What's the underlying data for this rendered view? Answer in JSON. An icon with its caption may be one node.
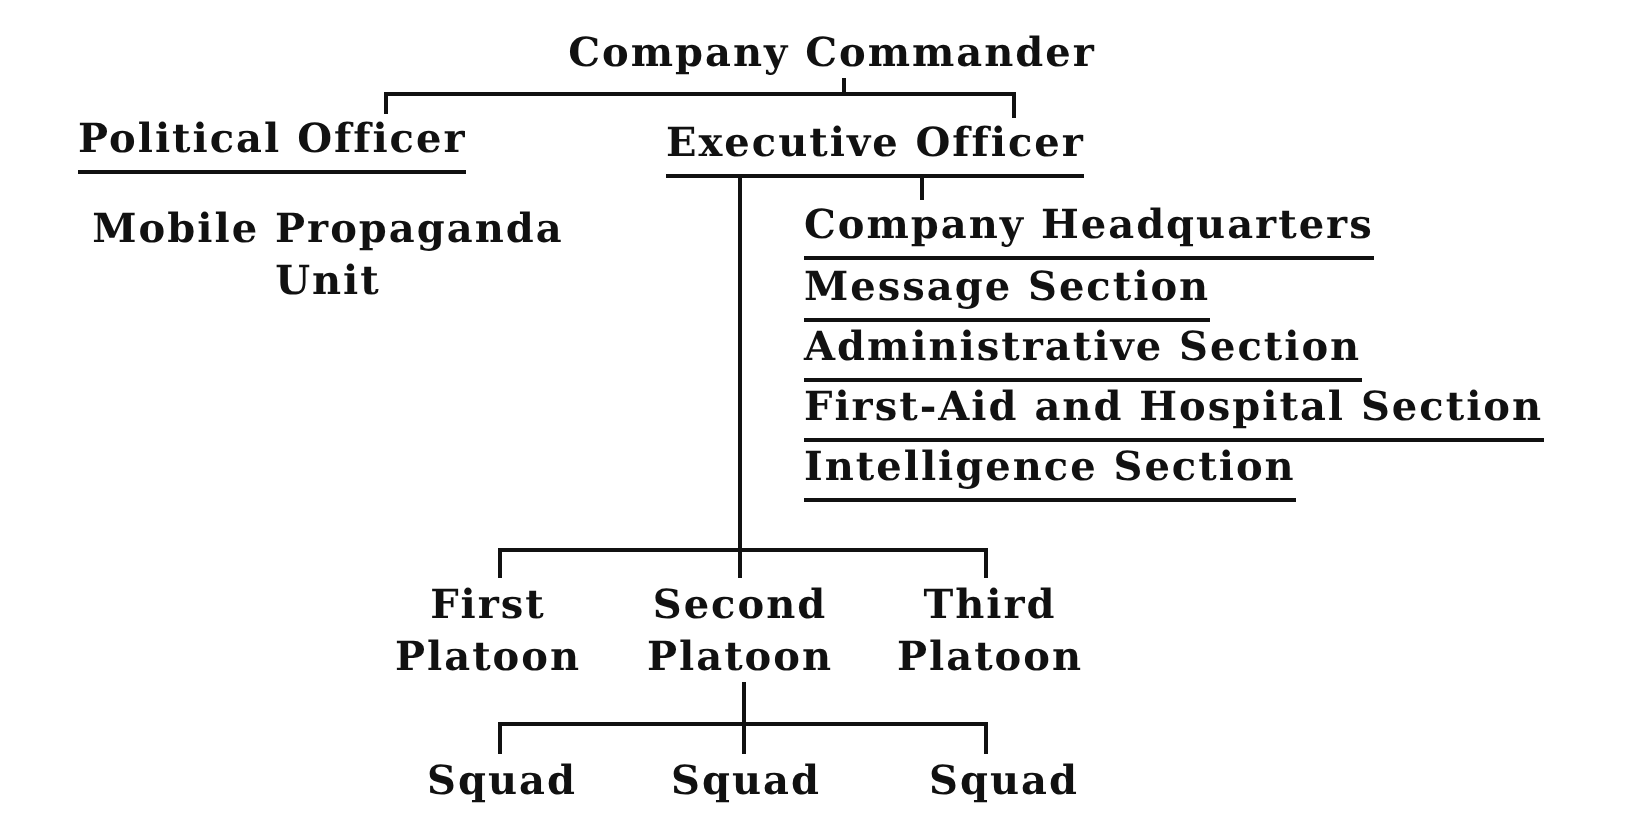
{
  "diagram": {
    "nodes": [
      {
        "text": [
          "Company Commander"
        ]
      },
      {
        "text": [
          "Political Officer"
        ]
      },
      {
        "text": [
          "Executive Officer"
        ]
      },
      {
        "text": [
          "Company Headquarters"
        ]
      },
      {
        "text": [
          "First Platoon"
        ]
      },
      {
        "text": [
          "Second Platoon"
        ]
      },
      {
        "text": [
          "Third Platoon"
        ]
      },
      {
        "text": [
          "Squad"
        ]
      },
      {
        "text": [
          "Squad"
        ]
      },
      {
        "text": [
          "Squad"
        ]
      }
    ],
    "edges": [
      {
        "from": 0,
        "to": 1,
        "arrow": "none"
      },
      {
        "from": 0,
        "to": 2,
        "arrow": "none"
      },
      {
        "from": 2,
        "to": 3,
        "arrow": "none"
      },
      {
        "from": 2,
        "to": 4,
        "arrow": "none"
      },
      {
        "from": 2,
        "to": 5,
        "arrow": "none"
      },
      {
        "from": 2,
        "to": 6,
        "arrow": "none"
      },
      {
        "from": 5,
        "to": 7,
        "arrow": "none"
      },
      {
        "from": 5,
        "to": 8,
        "arrow": "none"
      },
      {
        "from": 5,
        "to": 9,
        "arrow": "none"
      }
    ],
    "labels": [
      "Mobile Propaganda Unit",
      "Message Section",
      "Administrative Section",
      "First-Aid and Hospital Section",
      "Intelligence Section"
    ]
  }
}
